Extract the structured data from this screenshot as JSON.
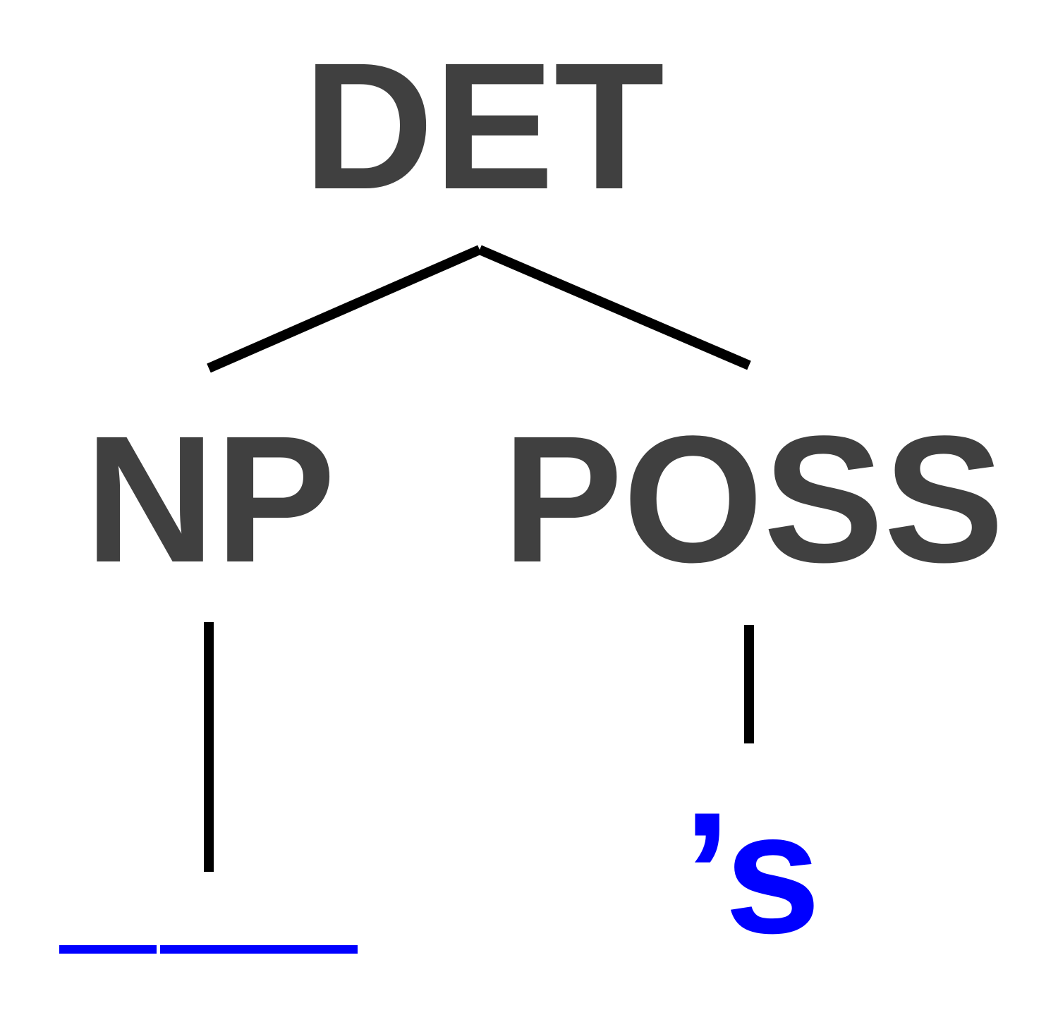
{
  "tree": {
    "root": {
      "label": "DET"
    },
    "children": [
      {
        "label": "NP",
        "leaf": {
          "type": "blank",
          "text": ""
        }
      },
      {
        "label": "POSS",
        "leaf": {
          "type": "text",
          "text": "’s"
        }
      }
    ]
  },
  "colors": {
    "node_text": "#404040",
    "leaf_text": "#0000ff",
    "edge": "#000000"
  }
}
